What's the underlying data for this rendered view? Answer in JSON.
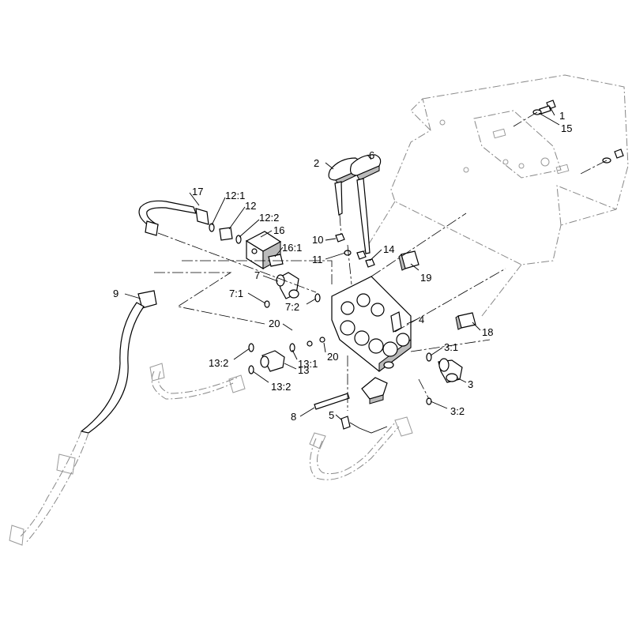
{
  "callouts": [
    {
      "id": "c1",
      "text": "1"
    },
    {
      "id": "c15",
      "text": "15"
    },
    {
      "id": "c2",
      "text": "2"
    },
    {
      "id": "c6",
      "text": "6"
    },
    {
      "id": "c17",
      "text": "17"
    },
    {
      "id": "c12_1",
      "text": "12:1"
    },
    {
      "id": "c12",
      "text": "12"
    },
    {
      "id": "c12_2",
      "text": "12:2"
    },
    {
      "id": "c16",
      "text": "16"
    },
    {
      "id": "c16_1",
      "text": "16:1"
    },
    {
      "id": "c10",
      "text": "10"
    },
    {
      "id": "c11",
      "text": "11"
    },
    {
      "id": "c14",
      "text": "14"
    },
    {
      "id": "c19",
      "text": "19"
    },
    {
      "id": "c9",
      "text": "9"
    },
    {
      "id": "c7",
      "text": "7"
    },
    {
      "id": "c7_1",
      "text": "7:1"
    },
    {
      "id": "c7_2",
      "text": "7:2"
    },
    {
      "id": "c20a",
      "text": "20"
    },
    {
      "id": "c4",
      "text": "4"
    },
    {
      "id": "c18",
      "text": "18"
    },
    {
      "id": "c13_2a",
      "text": "13:2"
    },
    {
      "id": "c13_1",
      "text": "13:1"
    },
    {
      "id": "c20b",
      "text": "20"
    },
    {
      "id": "c13",
      "text": "13"
    },
    {
      "id": "c13_2b",
      "text": "13:2"
    },
    {
      "id": "c3_1",
      "text": "3:1"
    },
    {
      "id": "c3",
      "text": "3"
    },
    {
      "id": "c8",
      "text": "8"
    },
    {
      "id": "c5",
      "text": "5"
    },
    {
      "id": "c3_2",
      "text": "3:2"
    }
  ]
}
